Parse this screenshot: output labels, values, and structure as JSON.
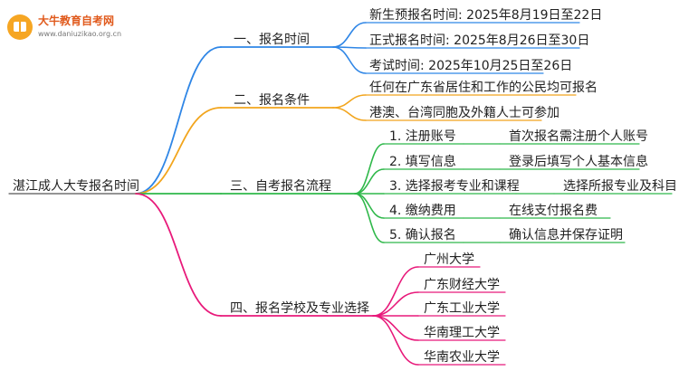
{
  "brand": {
    "name": "大牛教育自考网",
    "url": "www.daniuzikao.org.cn",
    "badge_color": "#f6a623"
  },
  "root": {
    "label": "湛江成人大专报名时间"
  },
  "branches": [
    {
      "label": "一、报名时间",
      "color": "#2f86e6",
      "items": [
        {
          "label": "新生预报名时间: 2025年8月19日至22日"
        },
        {
          "label": "正式报名时间: 2025年8月26日至30日"
        },
        {
          "label": "考试时间: 2025年10月25日至26日"
        }
      ]
    },
    {
      "label": "二、报名条件",
      "color": "#f2a51d",
      "items": [
        {
          "label": "任何在广东省居住和工作的公民均可报名"
        },
        {
          "label": "港澳、台湾同胞及外籍人士可参加"
        }
      ]
    },
    {
      "label": "三、自考报名流程",
      "color": "#2fb84a",
      "items": [
        {
          "label": "1. 注册账号",
          "detail": "首次报名需注册个人账号"
        },
        {
          "label": "2. 填写信息",
          "detail": "登录后填写个人基本信息"
        },
        {
          "label": "3. 选择报考专业和课程",
          "detail": "选择所报专业及科目"
        },
        {
          "label": "4. 缴纳费用",
          "detail": "在线支付报名费"
        },
        {
          "label": "5. 确认报名",
          "detail": "确认信息并保存证明"
        }
      ]
    },
    {
      "label": "四、报名学校及专业选择",
      "color": "#e8197a",
      "items": [
        {
          "label": "广州大学"
        },
        {
          "label": "广东财经大学"
        },
        {
          "label": "广东工业大学"
        },
        {
          "label": "华南理工大学"
        },
        {
          "label": "华南农业大学"
        }
      ]
    }
  ]
}
